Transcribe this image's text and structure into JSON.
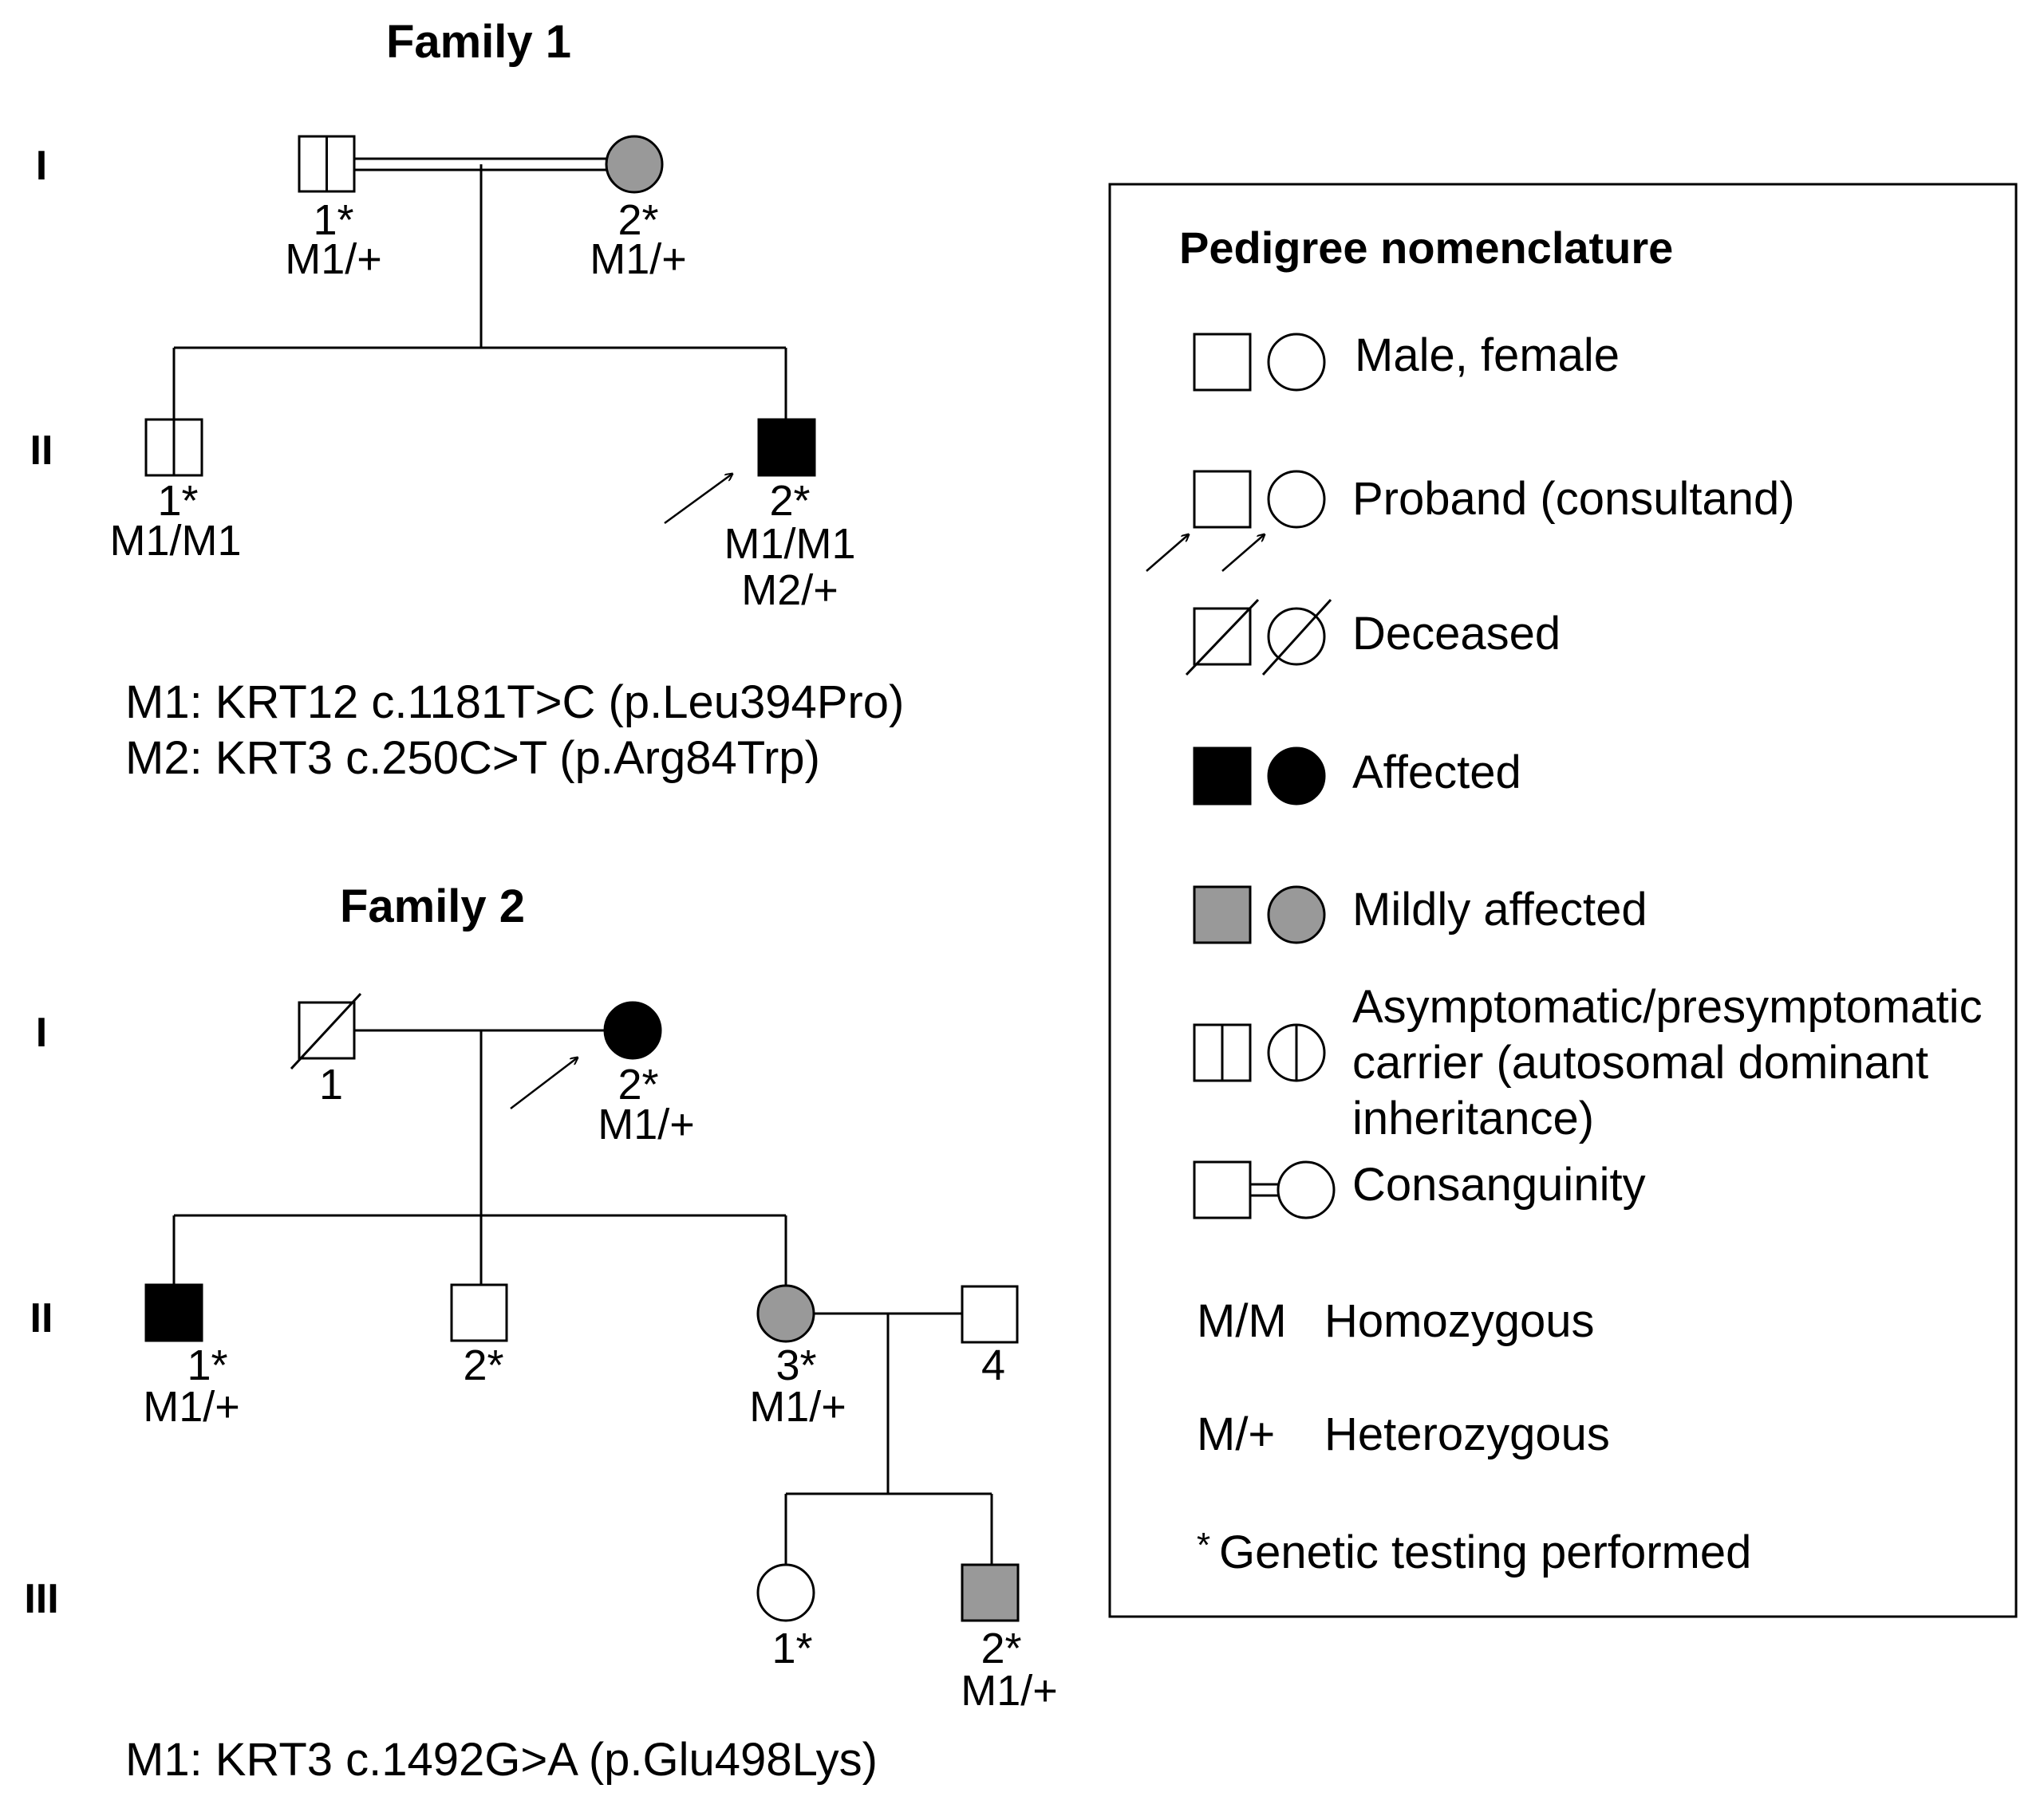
{
  "family1": {
    "title": "Family 1",
    "generations": [
      "I",
      "II"
    ],
    "members": {
      "I1": {
        "id": "1*",
        "genotype": "M1/+"
      },
      "I2": {
        "id": "2*",
        "genotype": "M1/+"
      },
      "II1": {
        "id": "1*",
        "genotype": "M1/M1"
      },
      "II2": {
        "id": "2*",
        "genotype": "M1/M1",
        "genotype2": "M2/+"
      }
    },
    "mutations": [
      "M1: KRT12 c.1181T>C (p.Leu394Pro)",
      "M2: KRT3 c.250C>T (p.Arg84Trp)"
    ]
  },
  "family2": {
    "title": "Family 2",
    "generations": [
      "I",
      "II",
      "III"
    ],
    "members": {
      "I1": {
        "id": "1"
      },
      "I2": {
        "id": "2*",
        "genotype": "M1/+"
      },
      "II1": {
        "id": "1*",
        "genotype": "M1/+"
      },
      "II2": {
        "id": "2*"
      },
      "II3": {
        "id": "3*",
        "genotype": "M1/+"
      },
      "II4": {
        "id": "4"
      },
      "III1": {
        "id": "1*"
      },
      "III2": {
        "id": "2*",
        "genotype": "M1/+"
      }
    },
    "mutations": [
      "M1: KRT3 c.1492G>A (p.Glu498Lys)"
    ]
  },
  "legend": {
    "title": "Pedigree nomenclature",
    "items": {
      "male_female": "Male, female",
      "proband": "Proband (consultand)",
      "deceased": "Deceased",
      "affected": "Affected",
      "mildly_affected": "Mildly affected",
      "carrier": [
        "Asymptomatic/presymptomatic",
        "carrier (autosomal dominant",
        "inheritance)"
      ],
      "consanguinity": "Consanguinity",
      "homozygous_symbol": "M/M",
      "homozygous": "Homozygous",
      "heterozygous_symbol": "M/+",
      "heterozygous": "Heterozygous",
      "asterisk": "*",
      "genetic_testing": "Genetic testing performed"
    }
  },
  "colors": {
    "affected": "#000000",
    "mildly_affected": "#999999",
    "unaffected": "#ffffff",
    "line": "#000000"
  }
}
